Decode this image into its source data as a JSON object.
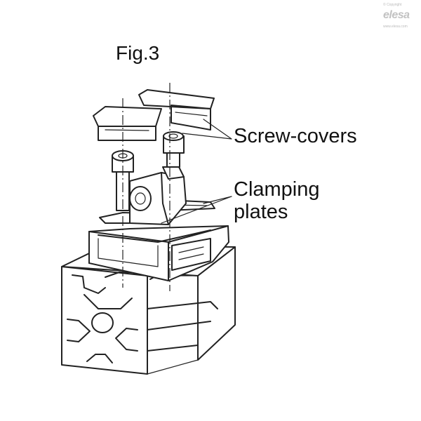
{
  "figure": {
    "title": "Fig.3",
    "labels": {
      "screw_covers": "Screw-covers",
      "clamping_line1": "Clamping",
      "clamping_line2": "plates"
    }
  },
  "watermark": {
    "copyright": "© Copyright",
    "brand": "elesa",
    "url": "www.elesa.com"
  },
  "icons": [
    "exploded-assembly-drawing"
  ],
  "colors": {
    "line": "#222222",
    "background": "#ffffff",
    "watermark": "#c2c2c2"
  }
}
